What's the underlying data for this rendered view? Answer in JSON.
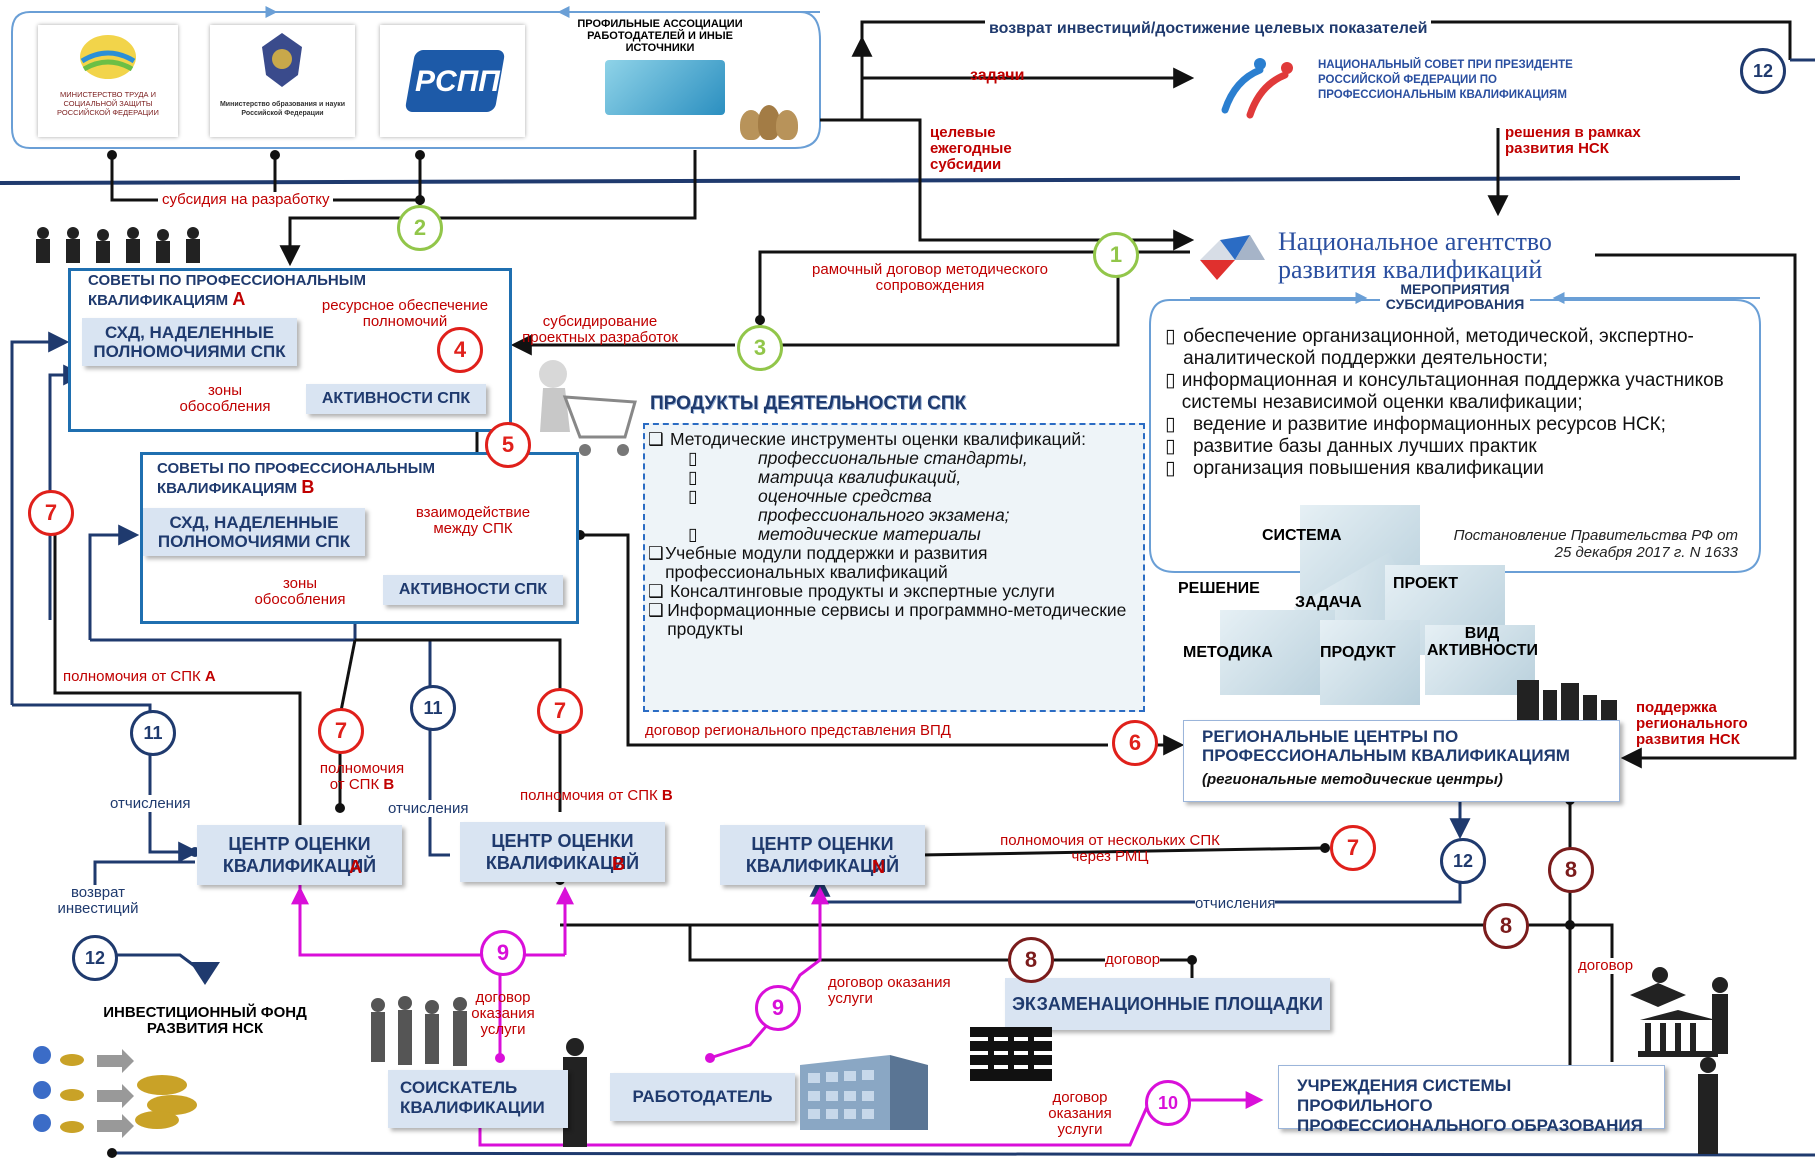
{
  "top_sources": {
    "mintrud_label": "МИНИСТЕРСТВО ТРУДА И СОЦИАЛЬНОЙ ЗАЩИТЫ РОССИЙСКОЙ ФЕДЕРАЦИИ",
    "minobr_label": "Министерство образования и науки Российской Федерации",
    "rspp_label": "РСПП",
    "assoc_label": "ПРОФИЛЬНЫЕ АССОЦИАЦИИ РАБОТОДАТЕЛЕЙ И ИНЫЕ ИСТОЧНИКИ"
  },
  "nsk": {
    "return_label": "возврат инвестиций/достижение целевых показателей",
    "tasks_label": "задачи",
    "name": "НАЦИОНАЛЬНЫЙ СОВЕТ ПРИ ПРЕЗИДЕНТЕ РОССИЙСКОЙ ФЕДЕРАЦИИ ПО ПРОФЕССИОНАЛЬНЫМ КВАЛИФИКАЦИЯМ",
    "decisions_label": "решения в рамках развития НСК",
    "subsidies_label": "целевые ежегодные субсидии"
  },
  "agency": {
    "name_line1": "Национальное агентство",
    "name_line2": "развития квалификаций",
    "measures_title": "МЕРОПРИЯТИЯ СУБСИДИРОВАНИЯ",
    "measures": [
      "обеспечение организационной, методической, экспертно-аналитической поддержки деятельности;",
      "информационная и консультационная поддержка участников системы независимой оценки квалификации;",
      "ведение и развитие информационных ресурсов НСК;",
      "развитие базы данных лучших практик",
      "организация повышения квалификации"
    ],
    "decree": "Постановление Правительства РФ от 25 декабря 2017 г. N 1633"
  },
  "cubes": [
    "СИСТЕМА",
    "РЕШЕНИЕ",
    "ЗАДАЧА",
    "ПРОЕКТ",
    "МЕТОДИКА",
    "ПРОДУКТ",
    "ВИД АКТИВНОСТИ"
  ],
  "subsidy_dev_label": "субсидия на разработку",
  "spk_a": {
    "title": "СОВЕТЫ ПО ПРОФЕССИОНАЛЬНЫМ КВАЛИФИКАЦИЯМ",
    "letter": "А",
    "shd": "СХД, НАДЕЛЕННЫЕ ПОЛНОМОЧИЯМИ СПК",
    "zones": "зоны обособления",
    "activity": "АКТИВНОСТИ СПК",
    "resource": "ресурсное обеспечение полномочий"
  },
  "spk_b": {
    "title": "СОВЕТЫ ПО ПРОФЕССИОНАЛЬНЫМ КВАЛИФИКАЦИЯМ",
    "letter": "В",
    "shd": "СХД, НАДЕЛЕННЫЕ ПОЛНОМОЧИЯМИ СПК",
    "zones": "зоны обособления",
    "activity": "АКТИВНОСТИ СПК"
  },
  "framework_label": "рамочный договор методического сопровождения",
  "project_subsidy_label": "субсидирование проектных разработок",
  "interaction_label": "взаимодействие между СПК",
  "products": {
    "title": "ПРОДУКТЫ ДЕЯТЕЛЬНОСТИ СПК",
    "item1": "Методические инструменты оценки квалификаций:",
    "sub": [
      "профессиональные стандарты,",
      "матрица квалификаций,",
      "оценочные средства профессионального экзамена;",
      "методические материалы"
    ],
    "item2": "Учебные модули поддержки и развития профессиональных квалификаций",
    "item3": "Консалтинговые продукты и экспертные услуги",
    "item4": "Информационные сервисы и программно-методические продукты"
  },
  "regional": {
    "title": "РЕГИОНАЛЬНЫЕ ЦЕНТРЫ ПО ПРОФЕССИОНАЛЬНЫМ КВАЛИФИКАЦИЯМ",
    "subtitle": "(региональные методические центры)",
    "contract_label": "договор регионального представления ВПД",
    "support_label": "поддержка регионального развития НСК"
  },
  "labels": {
    "powers_from_a": "полномочия от СПК",
    "powers_from_a_letter": "А",
    "powers_from_b_1": "полномочия от СПК",
    "powers_from_b_1_letter": "В",
    "powers_from_b_2": "полномочия от СПК",
    "powers_from_b_2_letter": "В",
    "deductions_1": "отчисления",
    "deductions_2": "отчисления",
    "deductions_3": "отчисления",
    "return_inv": "возврат инвестиций",
    "several_spk": "полномочия от нескольких СПК через РМЦ",
    "contract": "договор",
    "contract_2": "договор",
    "contract_service_1": "договор оказания услуги",
    "contract_service_2": "договор оказания услуги",
    "contract_service_3": "договор оказания услуги"
  },
  "centers": {
    "a_title": "ЦЕНТР ОЦЕНКИ КВАЛИФИКАЦИЙ",
    "a_letter": "А",
    "b_title": "ЦЕНТР ОЦЕНКИ КВАЛИФИКАЦИЙ",
    "b_letter": "В",
    "n_title": "ЦЕНТР ОЦЕНКИ КВАЛИФИКАЦИЙ",
    "n_letter": "N"
  },
  "exam_sites": "ЭКЗАМЕНАЦИОННЫЕ ПЛОЩАДКИ",
  "fund": "ИНВЕСТИЦИОННЫЙ ФОНД РАЗВИТИЯ НСК",
  "applicant": "СОИСКАТЕЛЬ КВАЛИФИКАЦИИ",
  "employer": "РАБОТОДАТЕЛЬ",
  "institutions": "УЧРЕЖДЕНИЯ СИСТЕМЫ ПРОФИЛЬНОГО ПРОФЕССИОНАЛЬНОГО ОБРАЗОВАНИЯ",
  "numbers": {
    "n1": "1",
    "n2": "2",
    "n3": "3",
    "n4": "4",
    "n5": "5",
    "n6": "6",
    "n7a": "7",
    "n7b": "7",
    "n7c": "7",
    "n7d": "7",
    "n8a": "8",
    "n8b": "8",
    "n8c": "8",
    "n9a": "9",
    "n9b": "9",
    "n10": "10",
    "n11a": "11",
    "n11b": "11",
    "n12a": "12",
    "n12b": "12",
    "n12c": "12"
  },
  "colors": {
    "navy": "#1f3a6e",
    "red": "#c00000",
    "green": "#92c64a",
    "magenta": "#d90fd9",
    "brown": "#7b1c1c",
    "box_fill": "#d9e4f2"
  }
}
